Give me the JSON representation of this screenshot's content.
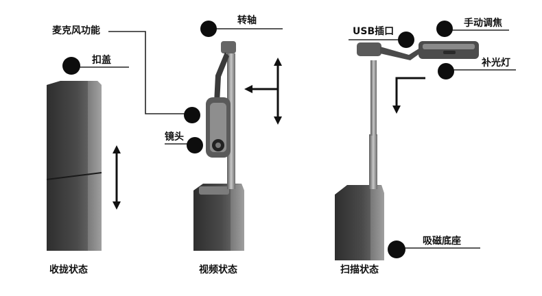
{
  "labels": {
    "mic": "麦克风功能",
    "cap": "扣盖",
    "lens": "镜头",
    "pivot": "转轴",
    "usb": "USB插口",
    "focus": "手动调焦",
    "light": "补光灯",
    "base": "吸磁底座"
  },
  "captions": {
    "folded": "收拢状态",
    "video": "视频状态",
    "scan": "扫描状态"
  },
  "colors": {
    "body_dark": "#3c3c3c",
    "body_mid": "#6a6a6a",
    "body_light": "#9a9a9a",
    "marker": "#0d0d0d",
    "line": "#222222"
  }
}
